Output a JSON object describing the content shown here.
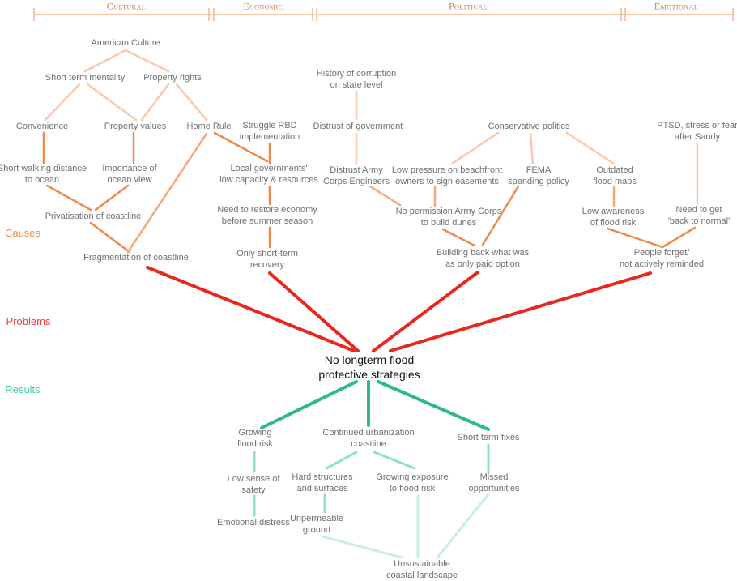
{
  "columns": [
    {
      "id": "cultural",
      "label": "Cultural"
    },
    {
      "id": "economic",
      "label": "Economic"
    },
    {
      "id": "political",
      "label": "Political"
    },
    {
      "id": "emotional",
      "label": "Emotional"
    }
  ],
  "categories": {
    "causes": "Causes",
    "problems": "Problems",
    "results": "Results"
  },
  "colors": {
    "header": "#f5b08a",
    "causes_label": "#f08a4b",
    "problems_label": "#e9423a",
    "results_label": "#4ccfa6",
    "edge_light_peach": "#f8c9ae",
    "edge_peach": "#f5a87a",
    "edge_orange": "#ef8a4e",
    "edge_red": "#e8271e",
    "edge_green": "#2cba8a",
    "edge_mint": "#8fe2c2",
    "edge_pale_mint": "#c7f0df",
    "node_text": "#6f6f6f",
    "focus_text": "#111111"
  },
  "nodes": {
    "american_culture": "American Culture",
    "short_term_mentality": "Short term mentality",
    "property_rights": "Property rights",
    "convenience": "Convenience",
    "property_values": "Property values",
    "home_rule": "Home Rule",
    "short_walking": "Short walking distance\nto ocean",
    "importance_ocean": "Importance of\nocean view",
    "privatisation": "Privatisation of coastline",
    "fragmentation": "Fragmentation of coastline",
    "struggle_rbd": "Struggle RBD\nimplementation",
    "local_gov": "Local governments'\nlow capacity & resources",
    "restore_economy": "Need to restore economy\nbefore summer season",
    "short_term_recovery": "Only short-term\nrecovery",
    "history_corruption": "History of corruption\non state level",
    "distrust_gov": "Distrust of government",
    "distrust_army": "Distrust Army\nCorps Engineers",
    "conservative": "Conservative politics",
    "low_pressure": "Low pressure on beachfront\nowners to sign easements",
    "fema": "FEMA\nspending policy",
    "outdated_maps": "Outdated\nflood maps",
    "no_permission": "No permission Army Corps\nto build dunes",
    "building_back": "Building back what was\nas only paid option",
    "low_awareness": "Low awareness\nof flood risk",
    "ptsd": "PTSD, stress or fear\nafter Sandy",
    "back_normal": "Need to get\n'back to normal'",
    "people_forget": "People forget/\nnot actively reminded",
    "no_longterm": "No longterm flood\nprotective strategies",
    "growing_flood_risk": "Growing\nflood risk",
    "continued_urbanization": "Continued urbanization\ncoastline",
    "short_term_fixes": "Short term fixes",
    "low_safety": "Low sense of\nsafety",
    "emotional_distress": "Emotional distress",
    "hard_structures": "Hard structures\nand surfaces",
    "growing_exposure": "Growing exposure\nto flood risk",
    "missed_opportunities": "Missed\nopportunities",
    "unpermeable": "Unpermeable\nground",
    "unsustainable": "Unsustainable\ncoastal landscape"
  }
}
